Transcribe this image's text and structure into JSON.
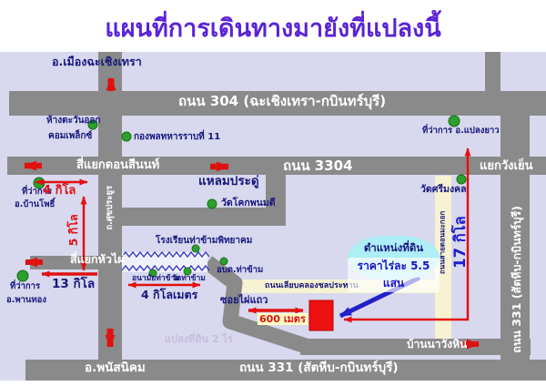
{
  "title": "แผนที่การเดินทางมายังที่แปลงนี้",
  "roads": {
    "road_304": "ถนน 304 (ฉะเชิงเทรา-กบินทร์บุรี)",
    "road_3304": "ถนน 3304",
    "road_331_bottom": "ถนน 331 (สัตหีบ-กบินทร์บุรี)",
    "road_331_right": "ถนน 331 (สัตหีบ-กบินทร์บุรี)",
    "suk_prayoon": "ถ.ศุขประยูร",
    "canal_road": "ถนนเลียบคลองชลประทาน",
    "side_road_vertical": "ถนนสายดอนมะกอก",
    "soi_phai_thaeo": "ซอยไผ่แถว"
  },
  "junctions": {
    "don_sinon": "สี่แยกดอนสีนนท์",
    "wang_yen": "แยกวังเย็น",
    "hua_phai": "สี่แยกหัวไผ่"
  },
  "directions": {
    "mueang_chachoengsao": "อ.เมืองฉะเชิงเทรา",
    "laem_pradu": "แหลมประดู่",
    "phanat_nikhom": "อ.พนัสนิคม",
    "ban_na_wang_hin": "บ้านนาวังหิน"
  },
  "places": {
    "tawan_ok_line1": "ห้างตะวันออก",
    "tawan_ok_line2": "คอมเพล็กซ์",
    "army_division": "กองพลทหารราบที่ 11",
    "plaeng_yao_office": "ที่ว่าการ อ.แปลงยาว",
    "ban_pho_line1": "ที่ว่าการ",
    "ban_pho_line2": "อ.บ้านโพธิ์",
    "wat_khok_phanom_di": "วัดโคกพนมดี",
    "wat_si_mongkhon": "วัดศรีมงคล",
    "tha_kham_school": "โรงเรียนท่าข้ามพิทยาคม",
    "tha_kham_health": "อนามัยท่าข้าม",
    "wat_tha_kham": "วัดท่าข้าม",
    "obt_tha_kham": "อบต.ท่าข้าม",
    "phan_thong_line1": "ที่ว่าการ",
    "phan_thong_line2": "อ.พานทอง"
  },
  "distances": {
    "d4k": "4 กิโล",
    "d5k": "5 กิโล",
    "d13k": "13 กิโล",
    "d4km": "4 กิโลเมตร",
    "d600m": "600 เมตร",
    "d17k": "17 กิโล"
  },
  "callout": {
    "line1": "ตำแหน่งที่ดิน",
    "line2": "ราคาไร่ละ 5.5 แสน"
  },
  "watermark": "แปลงที่ดิน 2 ไร่",
  "colors": {
    "title": "#5a23d6",
    "map_bg": "#d8d8ee",
    "road_gray": "#8a8a8a",
    "label_navy": "#17177e",
    "accent_red": "#e01111",
    "accent_blue": "#1b1bcc",
    "place_dot_green": "#2ca02c",
    "yellow_road": "#f7f3d2",
    "callout_bg": "#aeeef6",
    "plot_marker_red": "#ee1111"
  }
}
